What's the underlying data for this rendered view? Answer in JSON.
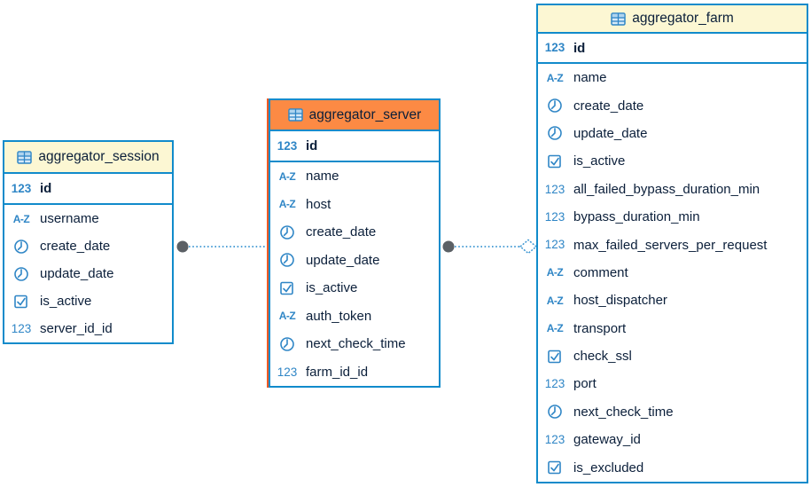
{
  "diagram": {
    "kind": "database-erd"
  },
  "colors": {
    "border_blue": "#118BCB",
    "icon_blue": "#2F86C6",
    "link_blue": "#3C96D2",
    "text": "#0B1F3A",
    "header_yellow": "#FCF7D3",
    "header_orange_selected": "#FC8A44",
    "selection_accent_orange": "#F05A23",
    "connector_circle_gray": "#5B6065"
  },
  "icon_glyphs": {
    "num": "123",
    "text": "A-Z"
  },
  "tables": {
    "session": {
      "title": "aggregator_session",
      "header_style": "yellow",
      "pk": {
        "type": "num",
        "label": "id"
      },
      "rows": [
        {
          "type": "text",
          "label": "username"
        },
        {
          "type": "date",
          "label": "create_date"
        },
        {
          "type": "date",
          "label": "update_date"
        },
        {
          "type": "bool",
          "label": "is_active"
        },
        {
          "type": "num",
          "label": "server_id_id"
        }
      ]
    },
    "server": {
      "title": "aggregator_server",
      "header_style": "orange-selected",
      "pk": {
        "type": "num",
        "label": "id"
      },
      "rows": [
        {
          "type": "text",
          "label": "name"
        },
        {
          "type": "text",
          "label": "host"
        },
        {
          "type": "date",
          "label": "create_date"
        },
        {
          "type": "date",
          "label": "update_date"
        },
        {
          "type": "bool",
          "label": "is_active"
        },
        {
          "type": "text",
          "label": "auth_token"
        },
        {
          "type": "date",
          "label": "next_check_time"
        },
        {
          "type": "num",
          "label": "farm_id_id"
        }
      ]
    },
    "farm": {
      "title": "aggregator_farm",
      "header_style": "yellow",
      "pk": {
        "type": "num",
        "label": "id"
      },
      "rows": [
        {
          "type": "text",
          "label": "name"
        },
        {
          "type": "date",
          "label": "create_date"
        },
        {
          "type": "date",
          "label": "update_date"
        },
        {
          "type": "bool",
          "label": "is_active"
        },
        {
          "type": "num",
          "label": "all_failed_bypass_duration_min"
        },
        {
          "type": "num",
          "label": "bypass_duration_min"
        },
        {
          "type": "num",
          "label": "max_failed_servers_per_request"
        },
        {
          "type": "text",
          "label": "comment"
        },
        {
          "type": "text",
          "label": "host_dispatcher"
        },
        {
          "type": "text",
          "label": "transport"
        },
        {
          "type": "bool",
          "label": "check_ssl"
        },
        {
          "type": "num",
          "label": "port"
        },
        {
          "type": "date",
          "label": "next_check_time"
        },
        {
          "type": "num",
          "label": "gateway_id"
        },
        {
          "type": "bool",
          "label": "is_excluded"
        }
      ]
    }
  },
  "relations": [
    {
      "from_table": "aggregator_session",
      "to_table": "aggregator_server",
      "from_marker": "filled-circle",
      "to_marker": "none",
      "line_style": "dotted"
    },
    {
      "from_table": "aggregator_server",
      "to_table": "aggregator_farm",
      "from_marker": "filled-circle",
      "to_marker": "open-diamond",
      "line_style": "dotted"
    }
  ]
}
